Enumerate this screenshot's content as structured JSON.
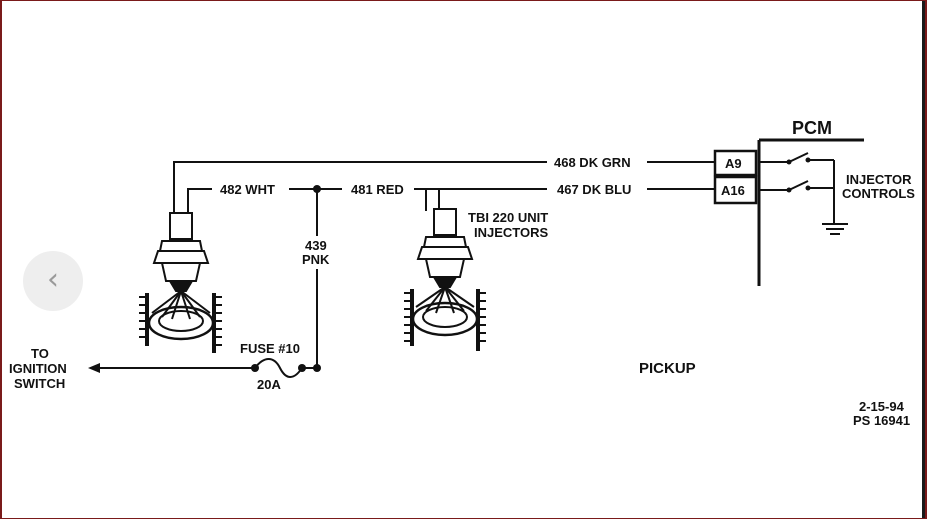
{
  "diagram": {
    "pcm_label": "PCM",
    "pins": {
      "a9": "A9",
      "a16": "A16"
    },
    "wires": {
      "dk_grn": "468 DK GRN",
      "dk_blu": "467 DK BLU",
      "wht": "482 WHT",
      "red": "481 RED",
      "pnk_num": "439",
      "pnk_color": "PNK"
    },
    "injector_controls": [
      "INJECTOR",
      "CONTROLS"
    ],
    "tbi_label": [
      "TBI 220 UNIT",
      "INJECTORS"
    ],
    "fuse_label": "FUSE #10",
    "fuse_rating": "20A",
    "ignition_label": [
      "TO",
      "IGNITION",
      "SWITCH"
    ],
    "pickup_label": "PICKUP",
    "date_code": "2-15-94",
    "ps_code": "PS 16941"
  },
  "viewer": {
    "prev_icon": "chevron-left-icon",
    "prev_glyph": "‹"
  }
}
